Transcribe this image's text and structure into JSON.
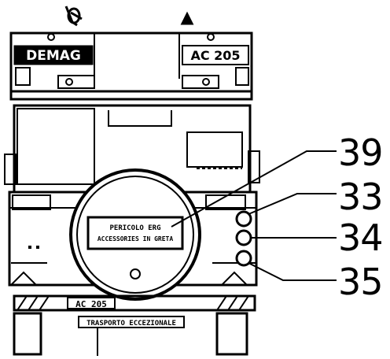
{
  "brand_left": "DEMAG",
  "brand_right": "AC 205",
  "panel_text_line1": "PERICOLO ERG",
  "panel_text_line2": "ACCESSORIES IN GRETA",
  "bumper_text": "AC 205",
  "rear_plate_text": "TRASPORTO ECCEZIONALE",
  "callouts": [
    {
      "number": "39"
    },
    {
      "number": "33"
    },
    {
      "number": "34"
    },
    {
      "number": "35"
    }
  ]
}
